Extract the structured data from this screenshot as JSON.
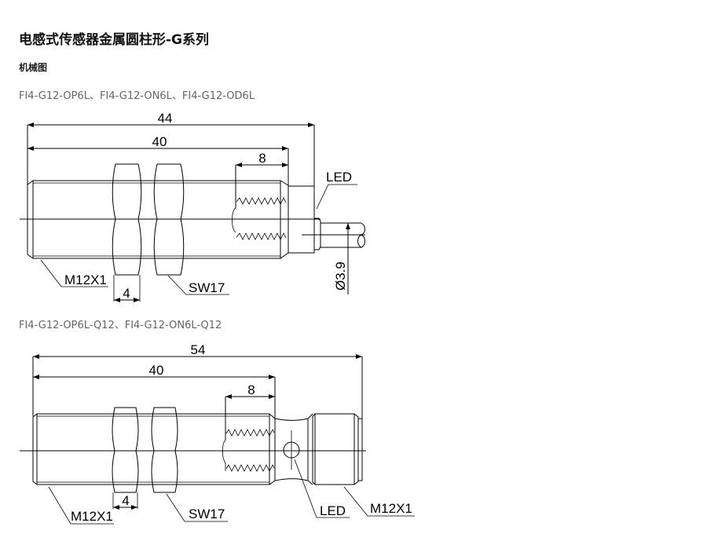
{
  "page": {
    "title": "电感式传感器金属圆柱形-G系列",
    "section": "机械图"
  },
  "drawings": [
    {
      "models": "FI4-G12-OP6L、FI4-G12-ON6L、FI4-G12-OD6L",
      "dims": {
        "total": "44",
        "body": "40",
        "sensing": "8",
        "nut": "4",
        "thread": "M12X1",
        "wrench": "SW17",
        "led": "LED",
        "cable": "Ø3.9"
      }
    },
    {
      "models": "FI4-G12-OP6L-Q12、FI4-G12-ON6L-Q12",
      "dims": {
        "total": "54",
        "body": "40",
        "sensing": "8",
        "nut": "4",
        "thread": "M12X1",
        "wrench": "SW17",
        "led": "LED",
        "connector_thread": "M12X1"
      }
    }
  ]
}
